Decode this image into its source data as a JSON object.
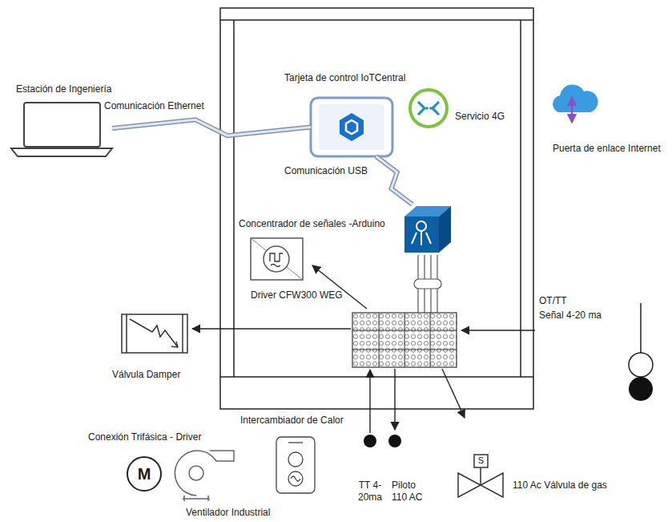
{
  "diagram": {
    "nodes": [
      {
        "text": [
          "Estación de Ingeniería"
        ]
      },
      {
        "text": [
          "Tarjeta de control  IoTCentral"
        ]
      },
      {
        "text": [
          "Servicio 4G"
        ]
      },
      {
        "text": [
          "Puerta de enlace Internet"
        ]
      },
      {
        "text": [
          "Concentrador de señales -Arduino"
        ]
      },
      {
        "text": [
          "Driver CFW300 WEG"
        ]
      },
      {
        "text": [
          "Válvula Damper"
        ]
      },
      {
        "text": [
          "OT/TT",
          "Señal 4-20 ma"
        ]
      },
      {
        "text": [
          "Conexión Trifásica - Driver"
        ]
      },
      {
        "text": [
          "Ventilador Industrial"
        ]
      },
      {
        "text": [
          "Intercambiador de Calor"
        ]
      },
      {
        "text": [
          "TT 4-20ma"
        ]
      },
      {
        "text": [
          "Piloto 110 AC"
        ]
      },
      {
        "text": [
          "110 Ac Válvula de gas"
        ]
      }
    ],
    "edges": [
      {
        "from": 0,
        "to": 1,
        "arrow": "none"
      },
      {
        "from": 1,
        "to": 4,
        "arrow": "none"
      }
    ],
    "labels": [
      "Comunicación Ethernet",
      "Comunicación USB",
      "M",
      "S"
    ]
  }
}
